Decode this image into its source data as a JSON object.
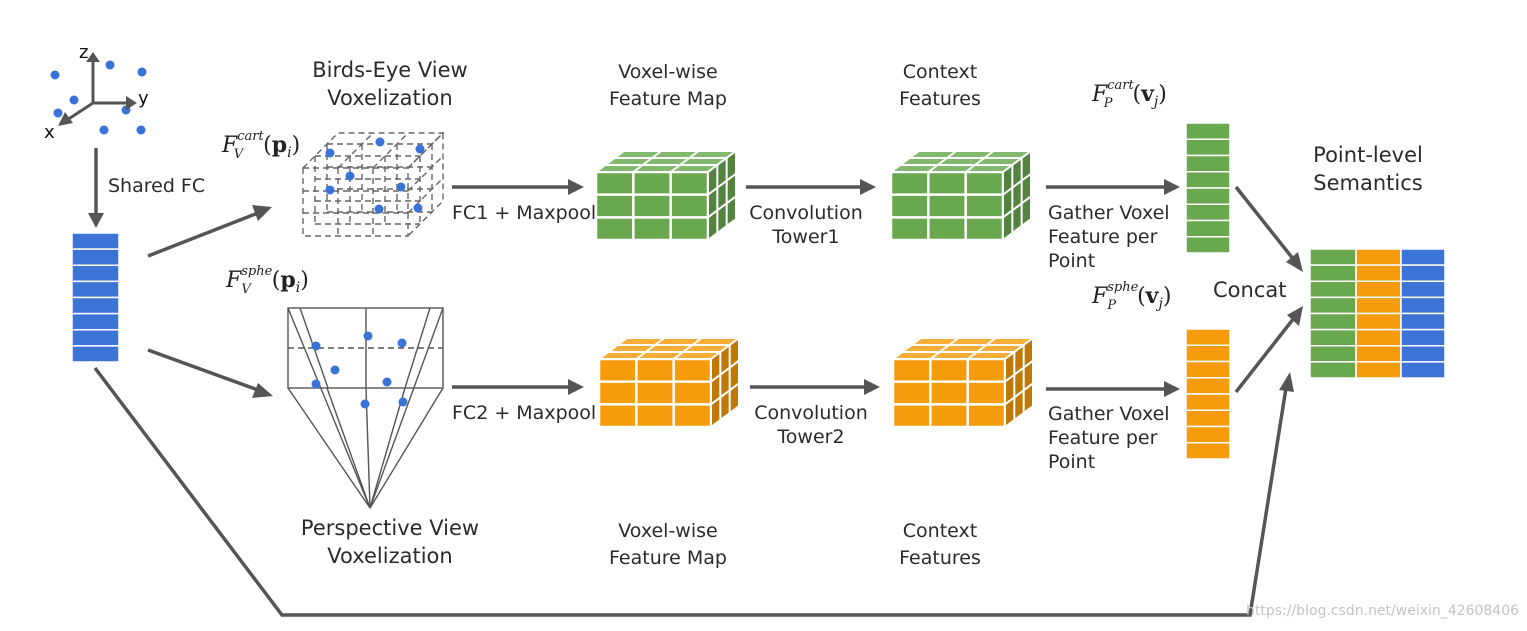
{
  "axes": {
    "z": "z",
    "y": "y",
    "x": "x"
  },
  "labels": {
    "shared_fc": "Shared FC",
    "bev_title": [
      "Birds-Eye View",
      "Voxelization"
    ],
    "pv_title": [
      "Perspective View",
      "Voxelization"
    ],
    "fc1": "FC1 + Maxpool",
    "fc2": "FC2 + Maxpool",
    "voxel_feature_top": [
      "Voxel-wise",
      "Feature Map"
    ],
    "voxel_feature_bottom": [
      "Voxel-wise",
      "Feature Map"
    ],
    "conv1": [
      "Convolution",
      "Tower1"
    ],
    "conv2": [
      "Convolution",
      "Tower2"
    ],
    "context_top": [
      "Context",
      "Features"
    ],
    "context_bottom": [
      "Context",
      "Features"
    ],
    "gather_top": [
      "Gather Voxel",
      "Feature per",
      "Point"
    ],
    "gather_bottom": [
      "Gather Voxel",
      "Feature per",
      "Point"
    ],
    "concat": "Concat",
    "point_level": [
      "Point-level",
      "Semantics"
    ]
  },
  "math": {
    "fv_cart": {
      "base": "F",
      "sub": "V",
      "sup": "cart",
      "arg": "p",
      "idx": "i"
    },
    "fv_sphe": {
      "base": "F",
      "sub": "V",
      "sup": "sphe",
      "arg": "p",
      "idx": "i"
    },
    "fp_cart": {
      "base": "F",
      "sub": "P",
      "sup": "cart",
      "arg": "v",
      "idx": "j"
    },
    "fp_sphe": {
      "base": "F",
      "sub": "P",
      "sup": "sphe",
      "arg": "v",
      "idx": "j"
    }
  },
  "watermark": "https://blog.csdn.net/weixin_42608406",
  "colors": {
    "blue": "#3b74d6",
    "green": "#6aa84f",
    "orange": "#f59b0c",
    "arrow": "#555555",
    "point": "#3a73d8"
  }
}
